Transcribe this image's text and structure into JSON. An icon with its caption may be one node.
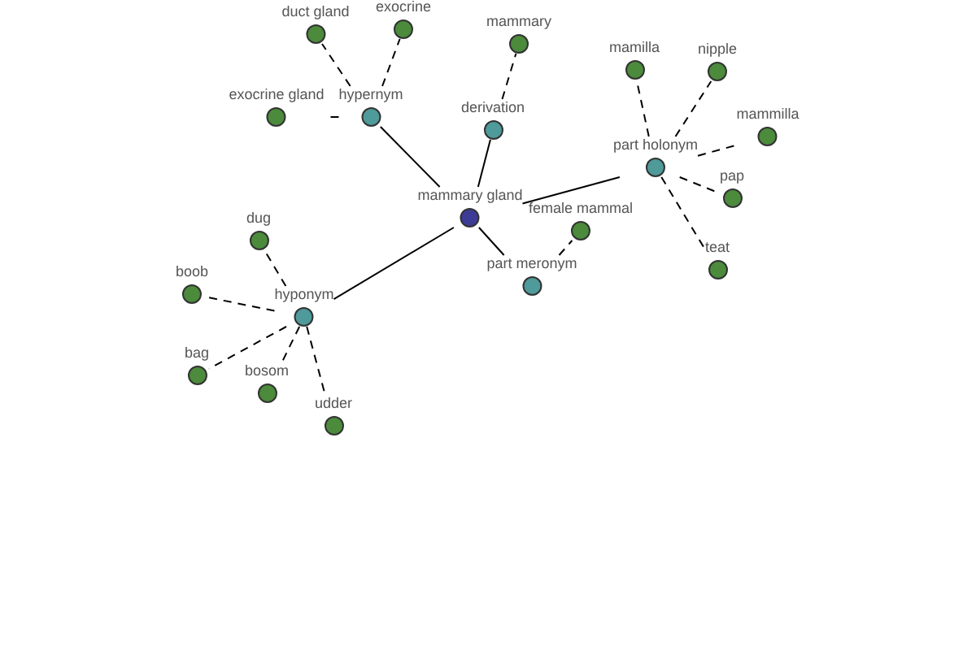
{
  "diagram": {
    "nodes": [
      {
        "text": [
          "mammary gland"
        ]
      },
      {
        "text": [
          "hypernym"
        ]
      },
      {
        "text": [
          "derivation"
        ]
      },
      {
        "text": [
          "part holonym"
        ]
      },
      {
        "text": [
          "part meronym"
        ]
      },
      {
        "text": [
          "hyponym"
        ]
      },
      {
        "text": [
          "duct gland"
        ]
      },
      {
        "text": [
          "exocrine"
        ]
      },
      {
        "text": [
          "exocrine gland"
        ]
      },
      {
        "text": [
          "mammary"
        ]
      },
      {
        "text": [
          "mamilla"
        ]
      },
      {
        "text": [
          "nipple"
        ]
      },
      {
        "text": [
          "mammilla"
        ]
      },
      {
        "text": [
          "pap"
        ]
      },
      {
        "text": [
          "teat"
        ]
      },
      {
        "text": [
          "female mammal"
        ]
      },
      {
        "text": [
          "dug"
        ]
      },
      {
        "text": [
          "boob"
        ]
      },
      {
        "text": [
          "bag"
        ]
      },
      {
        "text": [
          "bosom"
        ]
      },
      {
        "text": [
          "udder"
        ]
      }
    ],
    "edges": [
      {
        "from": 0,
        "to": 1,
        "arrow": "none"
      },
      {
        "from": 0,
        "to": 2,
        "arrow": "none"
      },
      {
        "from": 0,
        "to": 3,
        "arrow": "none"
      },
      {
        "from": 0,
        "to": 4,
        "arrow": "none"
      },
      {
        "from": 0,
        "to": 5,
        "arrow": "none"
      },
      {
        "from": 1,
        "to": 6,
        "arrow": "none",
        "style": "dashed"
      },
      {
        "from": 1,
        "to": 7,
        "arrow": "none",
        "style": "dashed"
      },
      {
        "from": 1,
        "to": 8,
        "arrow": "none",
        "style": "dashed"
      },
      {
        "from": 2,
        "to": 9,
        "arrow": "none",
        "style": "dashed"
      },
      {
        "from": 3,
        "to": 10,
        "arrow": "none",
        "style": "dashed"
      },
      {
        "from": 3,
        "to": 11,
        "arrow": "none",
        "style": "dashed"
      },
      {
        "from": 3,
        "to": 12,
        "arrow": "none",
        "style": "dashed"
      },
      {
        "from": 3,
        "to": 13,
        "arrow": "none",
        "style": "dashed"
      },
      {
        "from": 3,
        "to": 14,
        "arrow": "none",
        "style": "dashed"
      },
      {
        "from": 4,
        "to": 15,
        "arrow": "none",
        "style": "dashed"
      },
      {
        "from": 5,
        "to": 16,
        "arrow": "none",
        "style": "dashed"
      },
      {
        "from": 5,
        "to": 17,
        "arrow": "none",
        "style": "dashed"
      },
      {
        "from": 5,
        "to": 18,
        "arrow": "none",
        "style": "dashed"
      },
      {
        "from": 5,
        "to": 19,
        "arrow": "none",
        "style": "dashed"
      },
      {
        "from": 5,
        "to": 20,
        "arrow": "none",
        "style": "dashed"
      }
    ]
  }
}
